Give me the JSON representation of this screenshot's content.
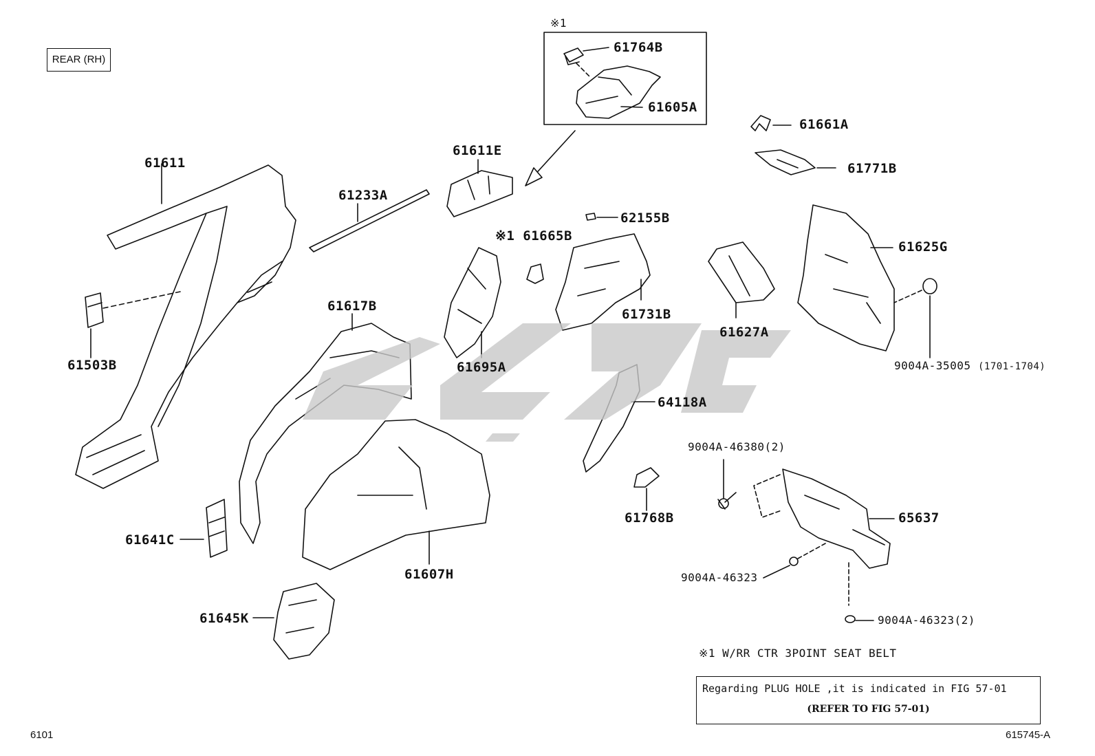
{
  "header": {
    "region": "REAR (RH)"
  },
  "inset": {
    "marker": "※1"
  },
  "labels": {
    "p61611": "61611",
    "p61503B": "61503B",
    "p61233A": "61233A",
    "p61611E": "61611E",
    "p61764B": "61764B",
    "p61605A": "61605A",
    "p61661A": "61661A",
    "p61771B": "61771B",
    "p62155B": "62155B",
    "p61665B": "※1 61665B",
    "p61625G": "61625G",
    "p61617B": "61617B",
    "p61695A": "61695A",
    "p61731B": "61731B",
    "p61627A": "61627A",
    "p9004A35005": "9004A-35005",
    "p9004A35005range": "(1701-1704)",
    "p64118A": "64118A",
    "p9004A46380": "9004A-46380(2)",
    "p61768B": "61768B",
    "p65637": "65637",
    "p61641C": "61641C",
    "p61607H": "61607H",
    "p9004A46323a": "9004A-46323",
    "p9004A46323b": "9004A-46323(2)",
    "p61645K": "61645K"
  },
  "footnote": "※1 W/RR CTR 3POINT SEAT BELT",
  "note": {
    "line1": "Regarding PLUG HOLE ,it is indicated in FIG 57-01",
    "line2": "(REFER TO FIG 57-01)"
  },
  "footer": {
    "left_code": "6101",
    "right_code": "615745-A"
  },
  "colors": {
    "line": "#111111",
    "watermark": "#c9c9c9"
  }
}
